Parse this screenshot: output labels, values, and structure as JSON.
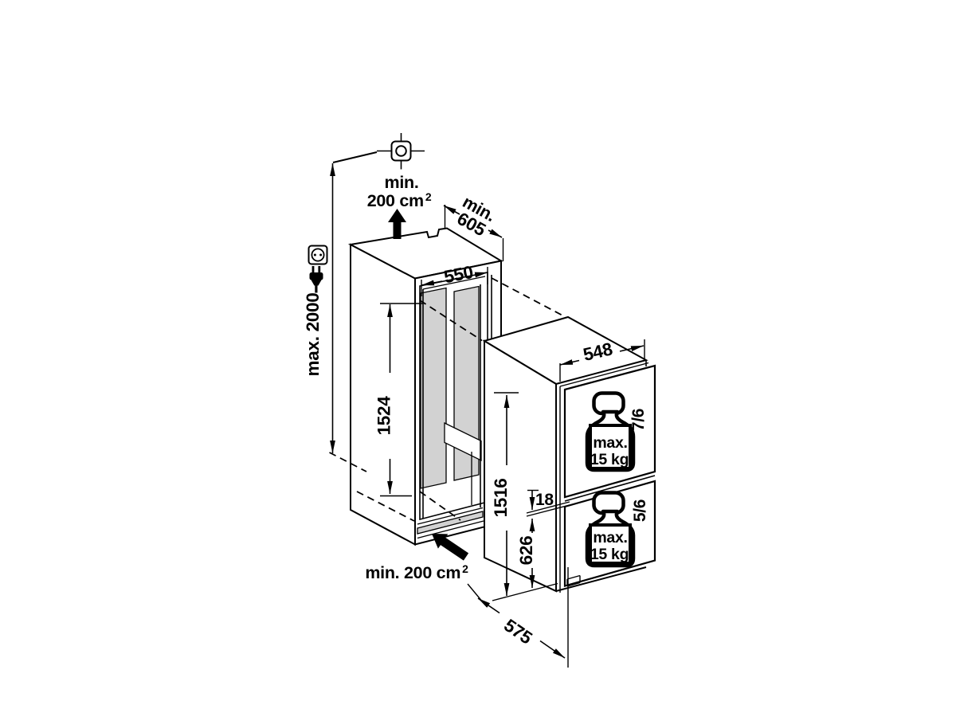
{
  "diagram": {
    "type": "built-in appliance niche installation drawing",
    "colors": {
      "line": "#000000",
      "interior_gray": "#d2d2d2",
      "background": "#ffffff"
    },
    "labels": {
      "top_vent_min": "min.",
      "top_vent_area": "200 cm",
      "top_vent_area_sup": "2",
      "niche_depth_min": "min.",
      "niche_depth": "605",
      "niche_width": "550",
      "max_overall_height": "max. 2000",
      "niche_height": "1524",
      "appliance_width": "548",
      "appliance_height": "1516",
      "door_gap": "18",
      "lower_door_height": "626",
      "appliance_depth": "575",
      "bottom_vent": "min. 200 cm",
      "bottom_vent_sup": "2",
      "upper_door_ratio": "7/6",
      "lower_door_ratio": "5/6",
      "weight_max": "max.",
      "weight_limit": "15 kg"
    },
    "icons": [
      "datum-crosshair-icon",
      "power-outlet-icon",
      "power-plug-icon",
      "airflow-up-arrow-icon",
      "airflow-in-arrow-icon",
      "door-weight-icon-upper",
      "door-weight-icon-lower"
    ]
  }
}
